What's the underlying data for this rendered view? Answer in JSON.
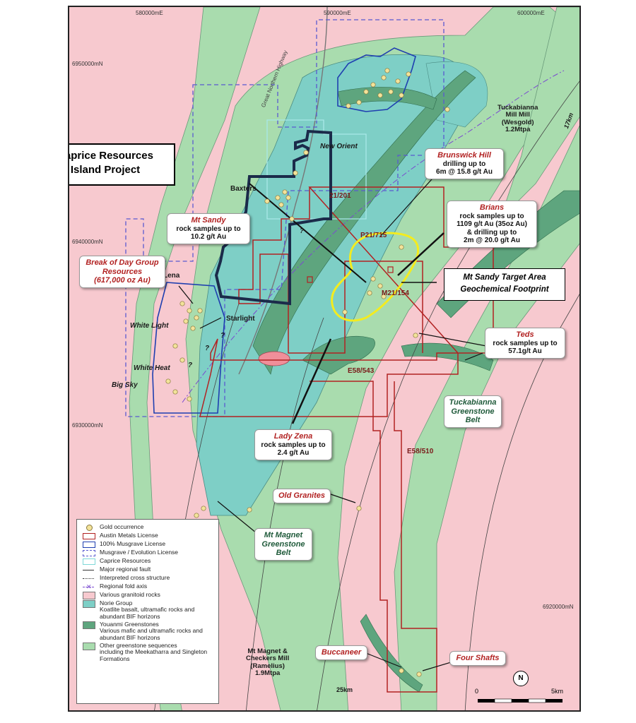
{
  "grid_labels": {
    "e580": "580000mE",
    "e590": "590000mE",
    "e600": "600000mE",
    "n6950": "6950000mN",
    "n6940": "6940000mN",
    "n6930": "6930000mN",
    "n6920": "6920000mN"
  },
  "boxed_labels": {
    "caprice_line1": "Caprice Resources",
    "caprice_line2": "Island Project",
    "target_line1": "Mt Sandy Target Area",
    "target_line2": "Geochemical Footprint"
  },
  "callouts": {
    "mt_sandy": {
      "title": "Mt Sandy",
      "line1": "rock samples up to",
      "line2": "10.2 g/t Au"
    },
    "break_of_day": {
      "title1": "Break of Day Group",
      "title2": "Resources",
      "title3": "(617,000 oz Au)"
    },
    "brunswick": {
      "title": "Brunswick Hill",
      "line1": "drilling up to",
      "line2": "6m @ 15.8 g/t Au"
    },
    "brians": {
      "title": "Brians",
      "line1": "rock samples up to",
      "line2": "1109 g/t Au (35oz Au)",
      "line3": "& drilling up to",
      "line4": "2m @ 20.0 g/t Au"
    },
    "teds": {
      "title": "Teds",
      "line1": "rock samples up to",
      "line2": "57.1g/t Au"
    },
    "lady_zena": {
      "title": "Lady Zena",
      "line1": "rock samples up to",
      "line2": "2.4 g/t Au"
    },
    "tuckabianna_belt": {
      "line1": "Tuckabianna",
      "line2": "Greenstone",
      "line3": "Belt"
    },
    "mt_magnet_belt": {
      "line1": "Mt Magnet",
      "line2": "Greenstone",
      "line3": "Belt"
    },
    "old_granites": {
      "title": "Old Granites"
    },
    "buccaneer": {
      "title": "Buccaneer"
    },
    "four_shafts": {
      "title": "Four Shafts"
    }
  },
  "places": {
    "new_orient": "New Orient",
    "baxters": "Baxters",
    "lena": "Lena",
    "starlight": "Starlight",
    "white_light": "White Light",
    "white_heat": "White Heat",
    "big_sky": "Big Sky",
    "highway": "Great Northern Highway",
    "q": "?"
  },
  "licenses": {
    "l21_201": "21/201",
    "p21_715": "P21/715",
    "m21_154": "M21/154",
    "e58_543": "E58/543",
    "e58_510": "E58/510"
  },
  "mills": {
    "tuck_line1": "Tuckabianna",
    "tuck_line2": "Mill Mill",
    "tuck_line3": "(Wesgold)",
    "tuck_line4": "1.2Mtpa",
    "tuck_dist": "17km",
    "mm_line1": "Mt Magnet &",
    "mm_line2": "Checkers Mill",
    "mm_line3": "(Ramelius)",
    "mm_line4": "1.9Mtpa",
    "mm_dist": "25km"
  },
  "legend": {
    "items": [
      {
        "label": "Gold occurrence"
      },
      {
        "label": "Austin Metals License"
      },
      {
        "label": "100% Musgrave License"
      },
      {
        "label": "Musgrave / Evolution License"
      },
      {
        "label": "Caprice Resources"
      },
      {
        "label": "Major regional fault"
      },
      {
        "label": "Interpreted cross structure"
      },
      {
        "label": "Regional fold axis"
      },
      {
        "label": "Various granitoid rocks"
      },
      {
        "label": "Norie Group",
        "sub": "Koatlite basalt, ultramafic rocks and abundant BIF horizons"
      },
      {
        "label": "Youanmi Greenstones",
        "sub": "Various mafic and ultramafic rocks and abundant BIF horizons"
      },
      {
        "label": "Other greenstone sequences",
        "sub": "including the Meekatharra and Singleton Formations"
      }
    ]
  },
  "scale": {
    "zero": "0",
    "five": "5km",
    "north": "N"
  },
  "colors": {
    "granitoid": "#f7c9cf",
    "norie": "#7ecfc6",
    "youanmi": "#5ea57e",
    "other_greenstone": "#a9dcae",
    "austin": "#b22222",
    "musgrave": "#1f3fb0",
    "evolution": "#5a5ad0",
    "caprice": "#a8e8e8",
    "island_outline": "#1b2b4a",
    "target": "#ffee00",
    "gold": "#f3e39a"
  }
}
